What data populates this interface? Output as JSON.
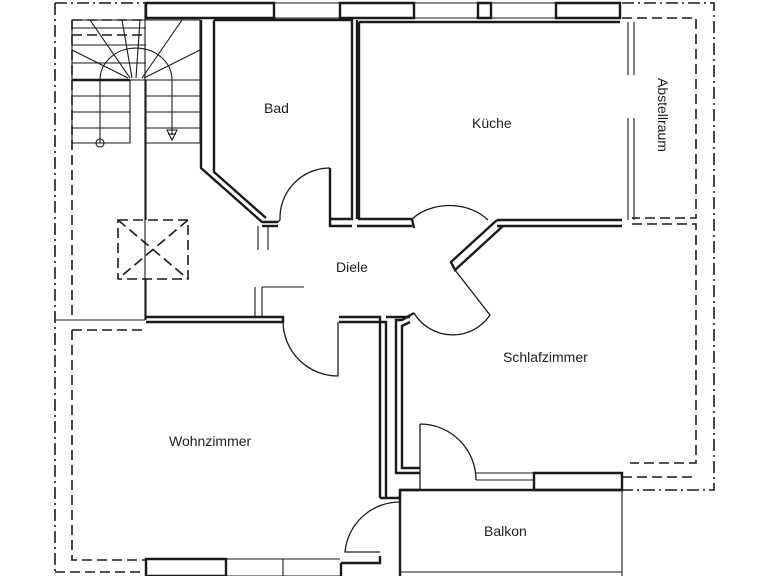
{
  "plan": {
    "type": "floor-plan",
    "rooms": {
      "bad": "Bad",
      "kueche": "Küche",
      "abstellraum": "Abstellraum",
      "diele": "Diele",
      "schlafzimmer": "Schlafzimmer",
      "wohnzimmer": "Wohnzimmer",
      "balkon": "Balkon"
    },
    "symbols": {
      "staircase": "staircase-icon",
      "chimney": "chimney-shaft-icon",
      "door": "door-swing-icon",
      "window": "window-icon"
    },
    "colors": {
      "line": "#1a1a1a",
      "background": "#ffffff"
    }
  }
}
